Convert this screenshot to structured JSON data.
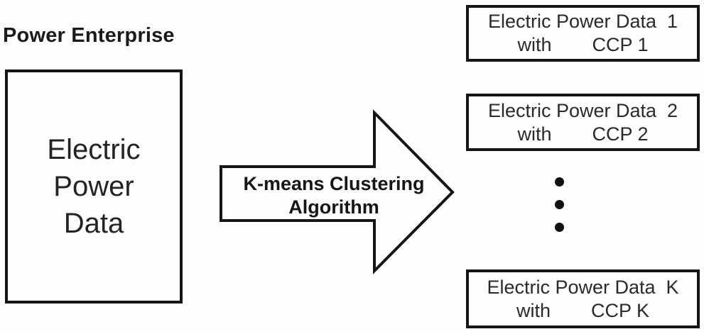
{
  "title": "Power Enterprise",
  "source_box": {
    "lines": [
      "Electric",
      "Power",
      "Data"
    ]
  },
  "arrow": {
    "label_line1": "K-means Clustering",
    "label_line2": "Algorithm"
  },
  "outputs": [
    {
      "line1": "Electric Power Data  1",
      "with_label": "with",
      "ccp_label": "CCP 1"
    },
    {
      "line1": "Electric Power Data  2",
      "with_label": "with",
      "ccp_label": "CCP 2"
    },
    {
      "line1": "Electric Power Data  K",
      "with_label": "with",
      "ccp_label": "CCP K"
    }
  ],
  "ellipsis_dots": 3,
  "colors": {
    "ink": "#1a1a1a",
    "border": "#151515",
    "background": "#fdfdfd"
  }
}
